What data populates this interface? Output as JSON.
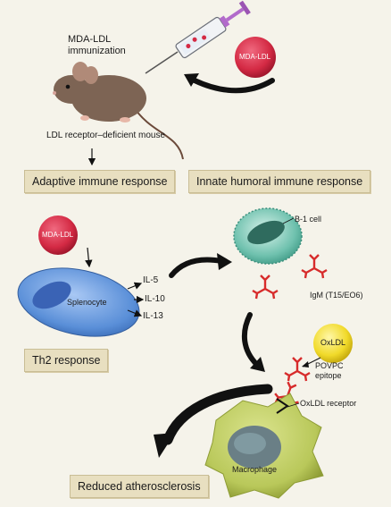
{
  "labels": {
    "immunization": "MDA-LDL\nimmunization",
    "mouse": "LDL receptor–deficient mouse",
    "mda_ldl_top": "MDA-LDL",
    "mda_ldl_mid": "MDA-LDL",
    "splenocyte": "Splenocyte",
    "il5": "IL-5",
    "il10": "IL-10",
    "il13": "IL-13",
    "b1_cell": "B-1 cell",
    "igm": "IgM (T15/EO6)",
    "oxldl": "OxLDL",
    "povpc": "POVPC\nepitope",
    "oxldl_receptor": "OxLDL receptor",
    "macrophage": "Macrophage"
  },
  "boxes": {
    "adaptive": "Adaptive immune response",
    "innate": "Innate humoral immune response",
    "th2": "Th2 response",
    "reduced": "Reduced atherosclerosis"
  },
  "colors": {
    "mda_ldl": "#d42a44",
    "oxldl": "#f1da2a",
    "splenocyte": "#5a8fd8",
    "b1_cell": "#6fc1ae",
    "macrophage": "#b9c85a",
    "igm": "#d72b2b",
    "box_fill": "#e8dfc0"
  }
}
